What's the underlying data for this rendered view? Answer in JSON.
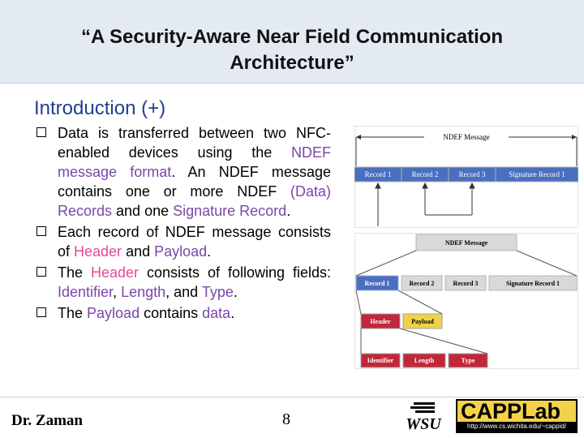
{
  "slide": {
    "title_line1": "“A Security-Aware Near Field Communication",
    "title_line2": "Architecture”",
    "heading": "Introduction (+)",
    "bullets": {
      "b1": {
        "t1": "Data is transferred between two NFC-enabled devices using the ",
        "t2": "NDEF message format",
        "t3": ". An NDEF message contains one or more NDEF ",
        "t4": "(Data) Records",
        "t5": " and one ",
        "t6": "Signature Record",
        "t7": "."
      },
      "b2": {
        "t1": "Each record of NDEF message consists of ",
        "t2": "Header",
        "t3": " and ",
        "t4": "Payload",
        "t5": "."
      },
      "b3": {
        "t1": "The ",
        "t2": "Header",
        "t3": " consists of following fields: ",
        "t4": "Identifier",
        "t5": ", ",
        "t6": "Length",
        "t7": ", and ",
        "t8": "Type",
        "t9": "."
      },
      "b4": {
        "t1": "The ",
        "t2": "Payload",
        "t3": " contains ",
        "t4": "data",
        "t5": "."
      }
    },
    "footer_name": "Dr. Zaman",
    "page_number": "8"
  },
  "diagram1": {
    "message_label": "NDEF Message",
    "records": [
      "Record 1",
      "Record 2",
      "Record 3",
      "Signature Record 1"
    ]
  },
  "diagram2": {
    "message_label": "NDEF Message",
    "records": [
      "Record 1",
      "Record 2",
      "Record 3",
      "Signature Record 1"
    ],
    "parts": [
      "Header",
      "Payload"
    ],
    "fields": [
      "Identifier",
      "Length",
      "Type"
    ]
  },
  "logos": {
    "wsu_text": "WSU",
    "capp_text": "CAPPLab",
    "capp_url": "http://www.cs.wichita.edu/~cappid/"
  },
  "colors": {
    "heading": "#1f3f8f",
    "highlight_purple": "#7b46a8",
    "highlight_pink": "#e4489a",
    "record_blue": "#4a6fbf",
    "header_red": "#c0283a",
    "payload_yellow": "#f0d24a",
    "title_band": "#e4eaf2"
  }
}
